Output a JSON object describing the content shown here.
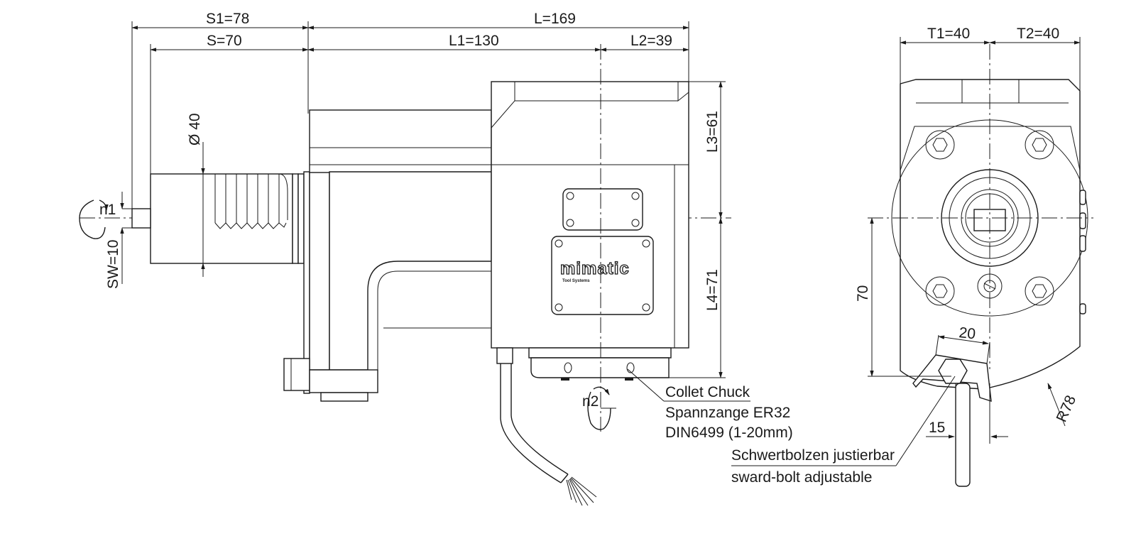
{
  "dimensions": {
    "s1": "S1=78",
    "s": "S=70",
    "l": "L=169",
    "l1": "L1=130",
    "l2": "L2=39",
    "l3": "L3=61",
    "l4": "L4=71",
    "dia": "Ø 40",
    "sw": "SW=10",
    "n1": "n1",
    "n2": "n2",
    "t1": "T1=40",
    "t2": "T2=40",
    "h70": "70",
    "w20": "20",
    "w15": "15",
    "r78": "R78"
  },
  "brand": {
    "name": "mimatic",
    "tagline": "Tool Systems"
  },
  "callouts": {
    "collet_line1": "Collet Chuck",
    "collet_line2": "Spannzange ER32",
    "collet_line3": "DIN6499 (1-20mm)",
    "bolt_line1": "Schwertbolzen justierbar",
    "bolt_line2": "sward-bolt adjustable"
  },
  "colors": {
    "line": "#1a1a1a",
    "background": "#ffffff"
  }
}
